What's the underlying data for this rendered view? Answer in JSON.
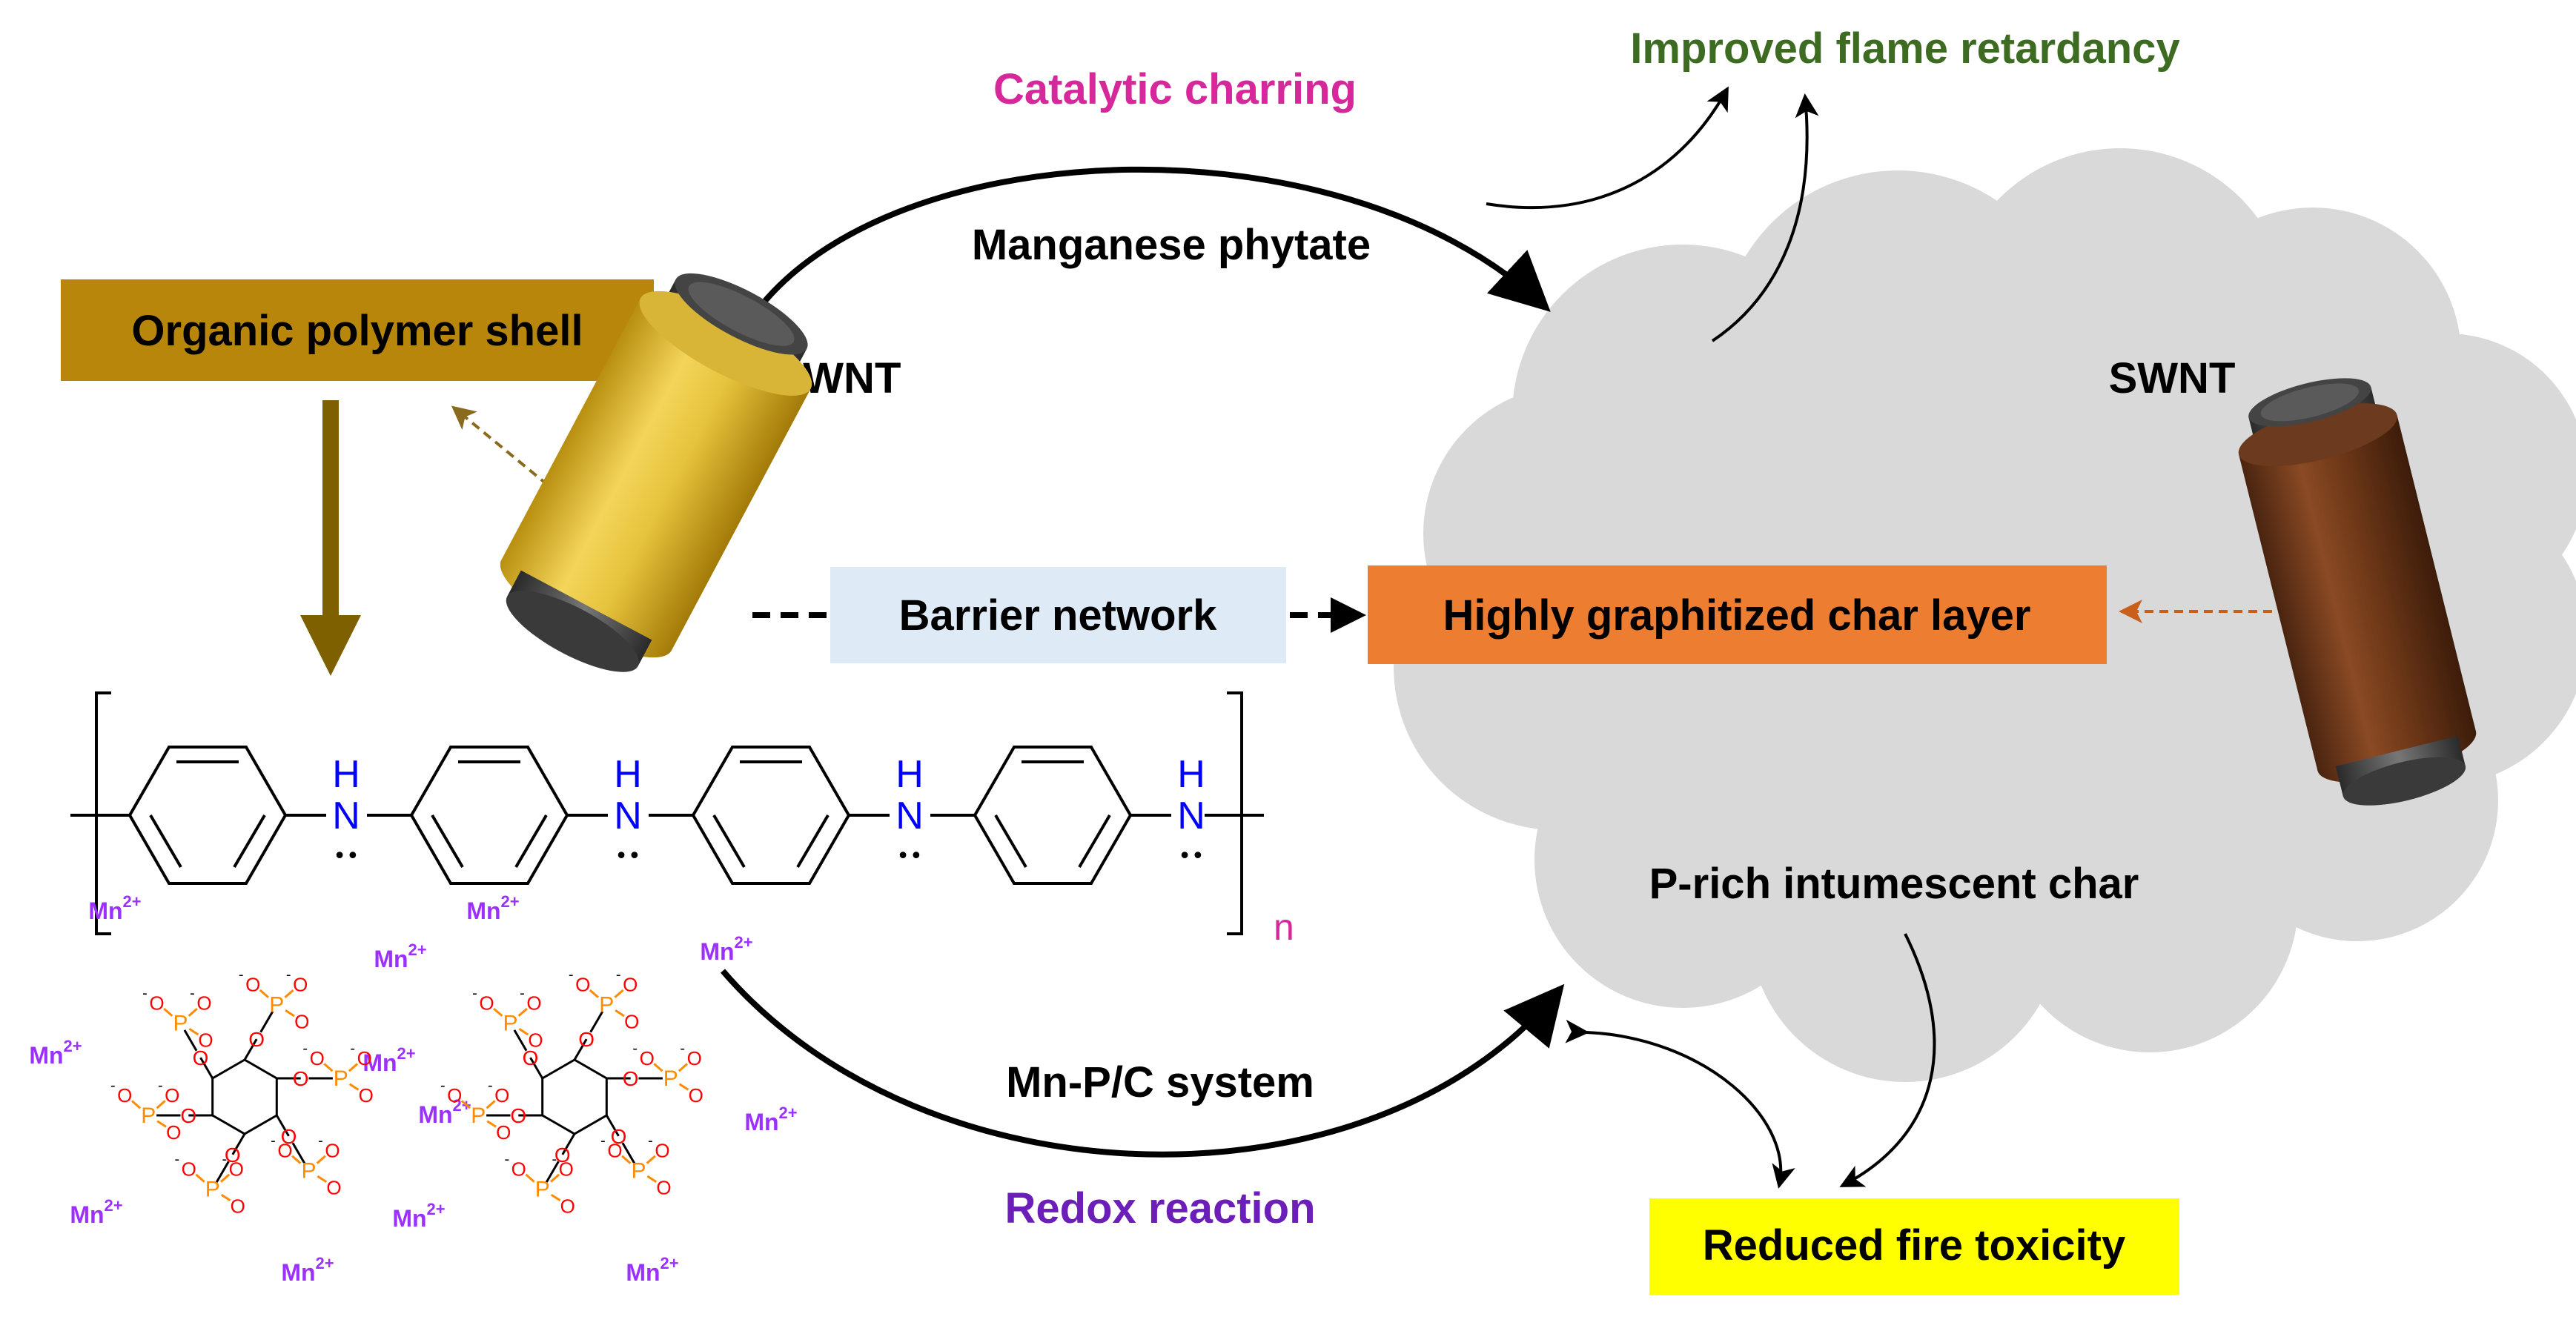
{
  "labels": {
    "catalytic_charring": "Catalytic charring",
    "improved_flame_retardancy": "Improved flame retardancy",
    "manganese_phytate": "Manganese phytate",
    "swnt_left": "SWNT",
    "swnt_right": "SWNT",
    "organic_polymer_shell": "Organic polymer shell",
    "barrier_network": "Barrier network",
    "highly_graphitized_char_layer": "Highly graphitized char layer",
    "p_rich_intumescent_char": "P-rich intumescent char",
    "mn_pc_system": "Mn-P/C system",
    "redox_reaction": "Redox reaction",
    "reduced_fire_toxicity": "Reduced fire toxicity",
    "repeat_subscript": "n",
    "nh_h": "H",
    "nh_n": "N",
    "lone_pair": "••",
    "mn": "Mn",
    "mn_charge": "2+",
    "atom_o": "O",
    "atom_p": "P",
    "o_minus": "-"
  },
  "colors": {
    "catalytic_charring": "#d6289b",
    "improved_flame_retardancy": "#3d6b22",
    "redox_reaction": "#6b1fb8",
    "organic_shell_box": "#b8860b",
    "barrier_box": "#deebf7",
    "char_layer_box": "#ed7d31",
    "toxicity_box": "#ffff00",
    "cloud": "#d9d9d9",
    "nitrogen": "#0000ff",
    "manganese": "#9b30ff",
    "oxygen": "#ff0000",
    "phosphorus": "#ff8c00",
    "swnt_gold": "#e8c040",
    "swnt_brown": "#6b3a1f",
    "brown_arrow": "#7f6000"
  }
}
